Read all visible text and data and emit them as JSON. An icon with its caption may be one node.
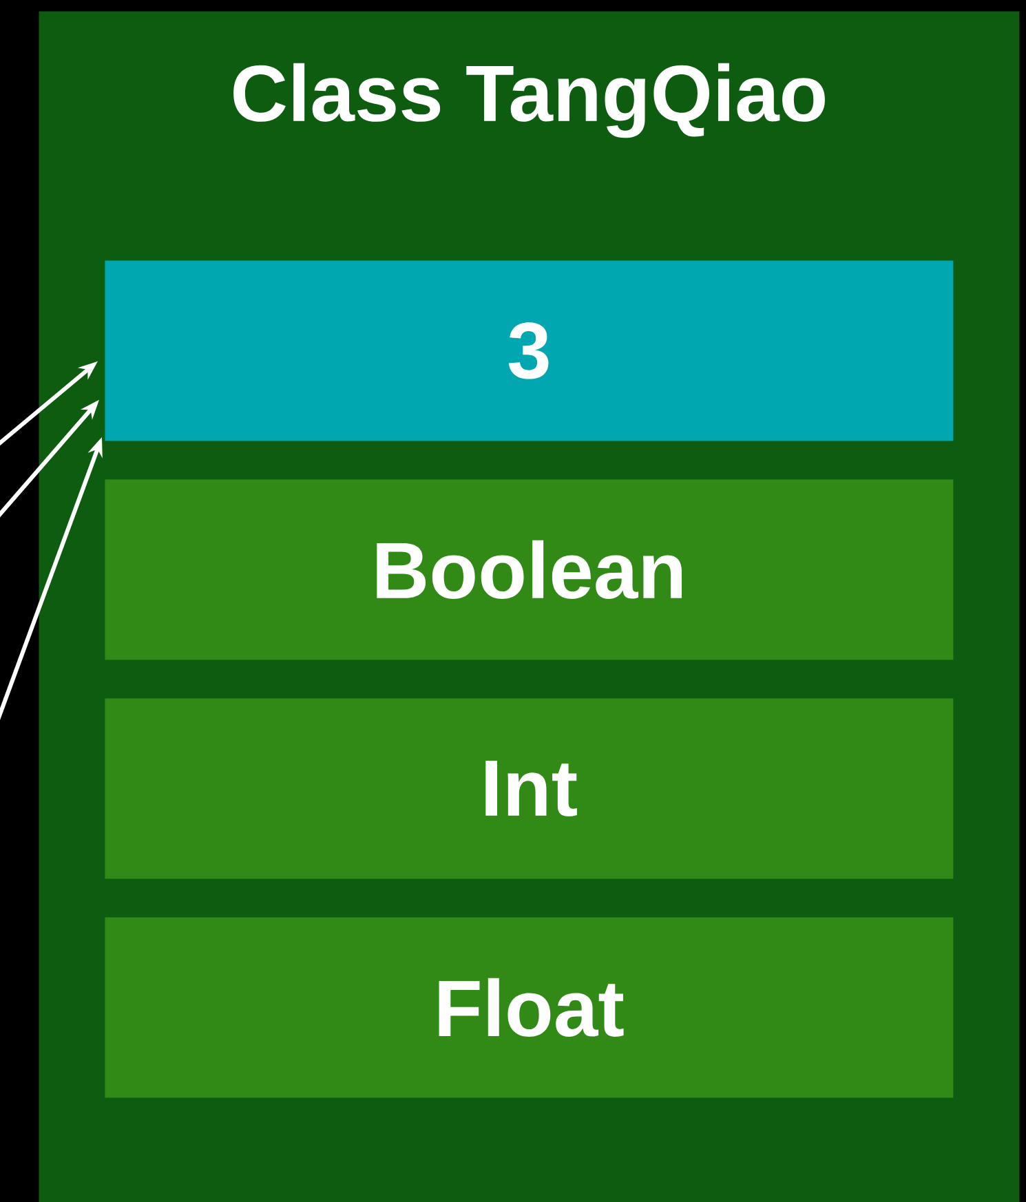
{
  "diagram": {
    "nodes": [
      {
        "text": [
          "Class TangQiao"
        ]
      },
      {
        "text": [
          "3"
        ],
        "in": 0
      },
      {
        "text": [
          "Boolean"
        ],
        "in": 0
      },
      {
        "text": [
          "Int"
        ],
        "in": 0
      },
      {
        "text": [
          "Float"
        ],
        "in": 0
      }
    ],
    "edges": [
      {
        "from": null,
        "to": 1,
        "arrow": "to"
      },
      {
        "from": null,
        "to": 1,
        "arrow": "to"
      },
      {
        "from": null,
        "to": 1,
        "arrow": "to"
      }
    ]
  }
}
